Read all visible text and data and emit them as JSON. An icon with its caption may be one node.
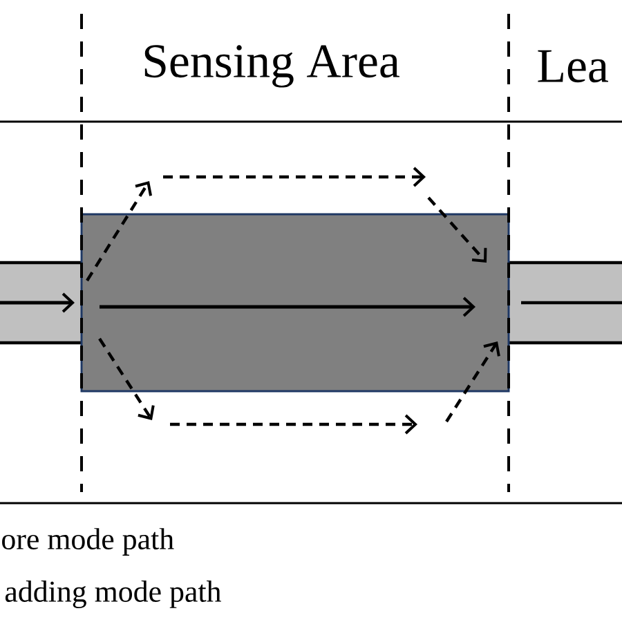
{
  "diagram": {
    "labels": [
      "Sensing Area",
      "Lea",
      "ore mode path",
      "adding mode path"
    ]
  }
}
